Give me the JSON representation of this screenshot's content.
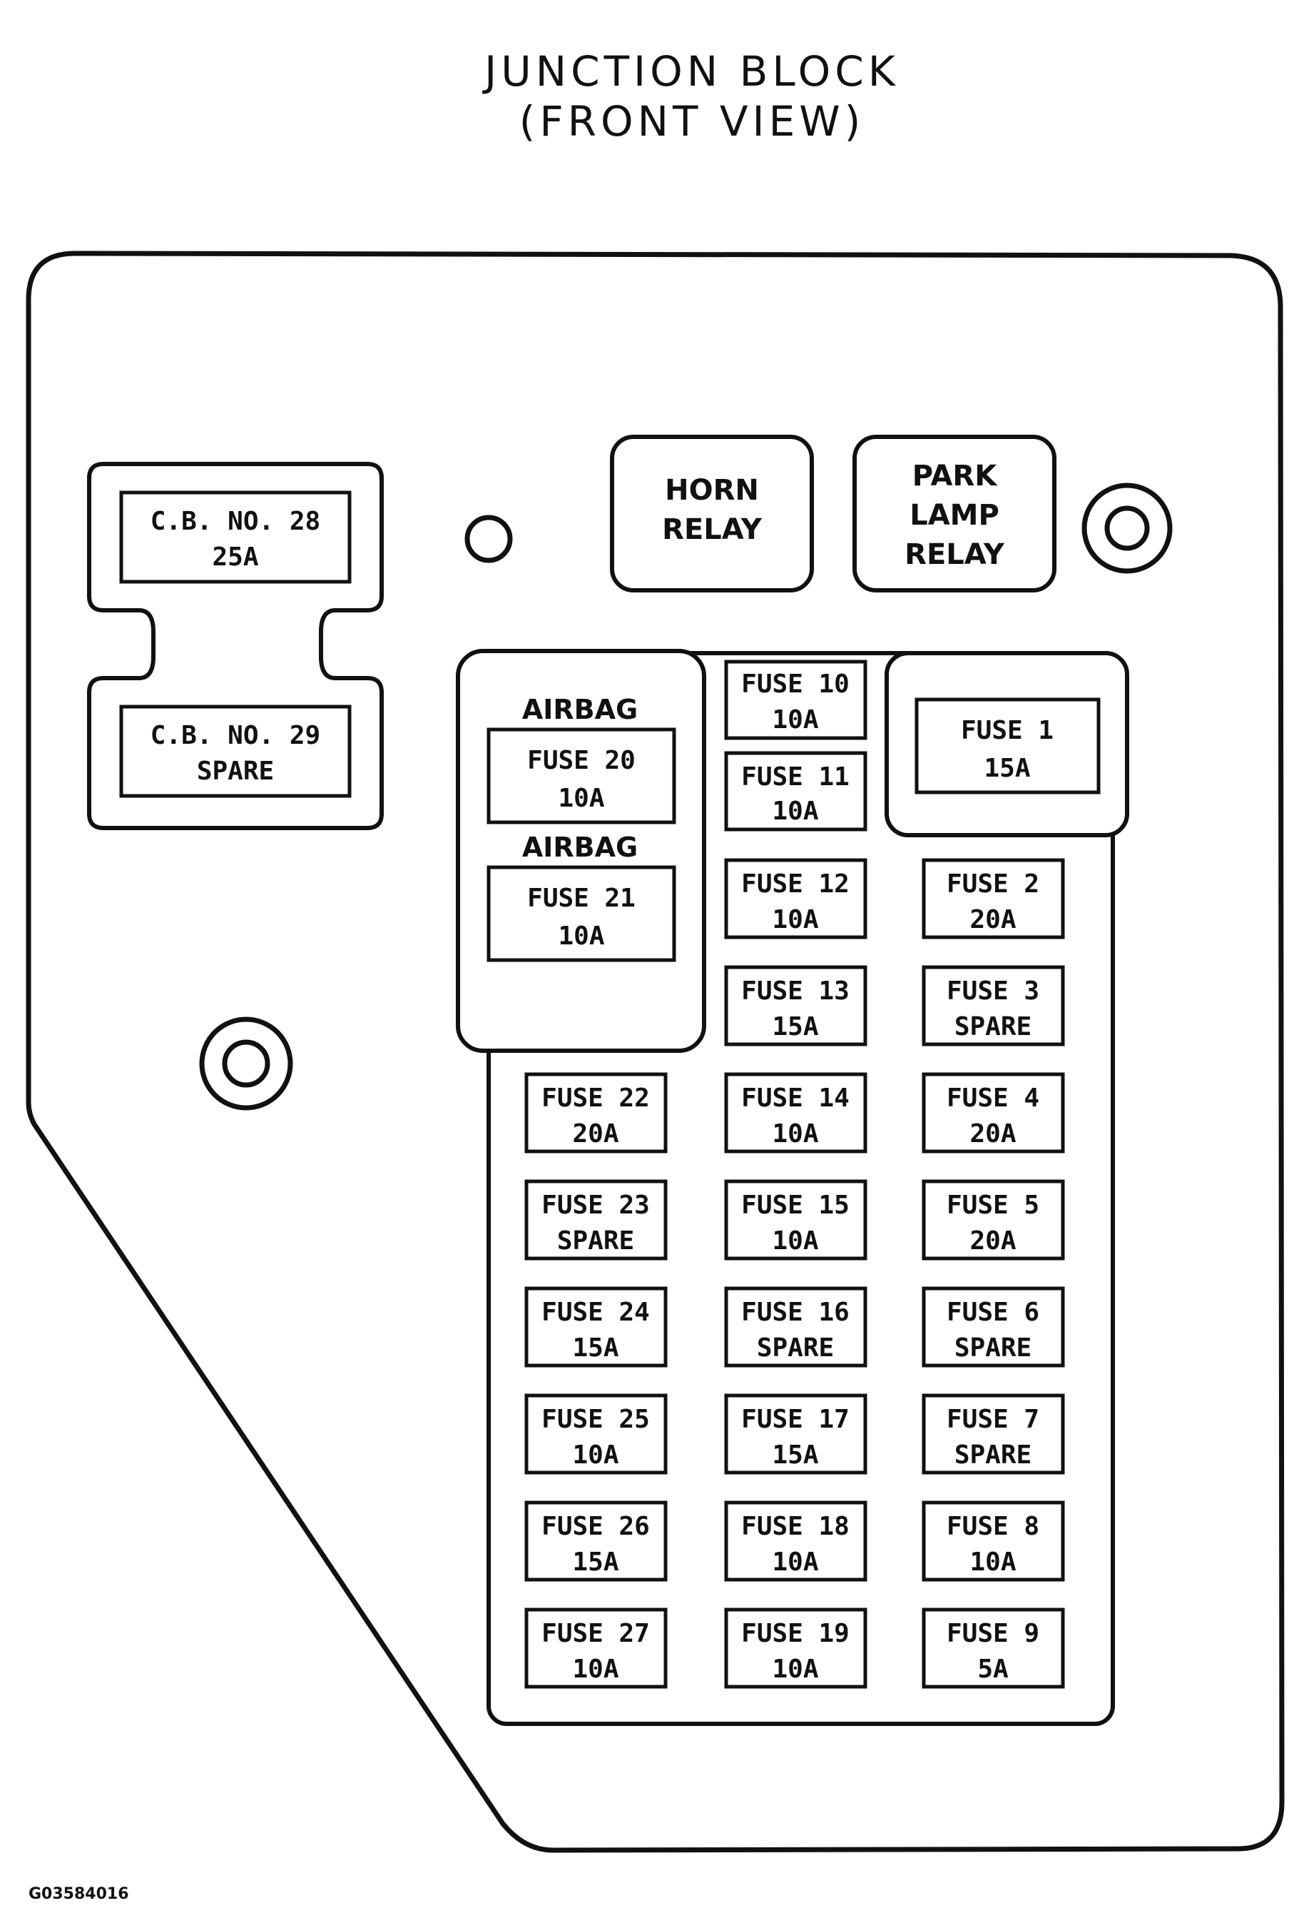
{
  "title": {
    "line1": "JUNCTION BLOCK",
    "line2": "(FRONT VIEW)"
  },
  "figure_code": "G03584016",
  "colors": {
    "ink": "#111111",
    "background": "#ffffff"
  },
  "circuit_breakers": [
    {
      "line1": "C.B. NO. 28",
      "line2": "25A"
    },
    {
      "line1": "C.B. NO. 29",
      "line2": "SPARE"
    }
  ],
  "relays": {
    "horn": {
      "line1": "HORN",
      "line2": "RELAY"
    },
    "park_lamp": {
      "line1": "PARK",
      "line2": "LAMP",
      "line3": "RELAY"
    }
  },
  "airbag_labels": [
    "AIRBAG",
    "AIRBAG"
  ],
  "fuses": {
    "f1": {
      "name": "FUSE 1",
      "rating": "15A"
    },
    "f2": {
      "name": "FUSE 2",
      "rating": "20A"
    },
    "f3": {
      "name": "FUSE 3",
      "rating": "SPARE"
    },
    "f4": {
      "name": "FUSE 4",
      "rating": "20A"
    },
    "f5": {
      "name": "FUSE 5",
      "rating": "20A"
    },
    "f6": {
      "name": "FUSE 6",
      "rating": "SPARE"
    },
    "f7": {
      "name": "FUSE 7",
      "rating": "SPARE"
    },
    "f8": {
      "name": "FUSE 8",
      "rating": "10A"
    },
    "f9": {
      "name": "FUSE 9",
      "rating": "5A"
    },
    "f10": {
      "name": "FUSE 10",
      "rating": "10A"
    },
    "f11": {
      "name": "FUSE 11",
      "rating": "10A"
    },
    "f12": {
      "name": "FUSE 12",
      "rating": "10A"
    },
    "f13": {
      "name": "FUSE 13",
      "rating": "15A"
    },
    "f14": {
      "name": "FUSE 14",
      "rating": "10A"
    },
    "f15": {
      "name": "FUSE 15",
      "rating": "10A"
    },
    "f16": {
      "name": "FUSE 16",
      "rating": "SPARE"
    },
    "f17": {
      "name": "FUSE 17",
      "rating": "15A"
    },
    "f18": {
      "name": "FUSE 18",
      "rating": "10A"
    },
    "f19": {
      "name": "FUSE 19",
      "rating": "10A"
    },
    "f20": {
      "name": "FUSE 20",
      "rating": "10A"
    },
    "f21": {
      "name": "FUSE 21",
      "rating": "10A"
    },
    "f22": {
      "name": "FUSE 22",
      "rating": "20A"
    },
    "f23": {
      "name": "FUSE 23",
      "rating": "SPARE"
    },
    "f24": {
      "name": "FUSE 24",
      "rating": "15A"
    },
    "f25": {
      "name": "FUSE 25",
      "rating": "10A"
    },
    "f26": {
      "name": "FUSE 26",
      "rating": "15A"
    },
    "f27": {
      "name": "FUSE 27",
      "rating": "10A"
    }
  }
}
